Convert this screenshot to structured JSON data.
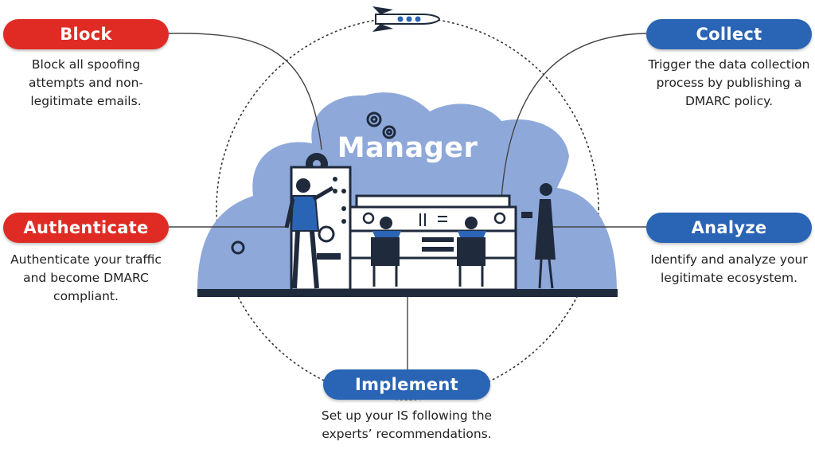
{
  "center": {
    "title": "Manager"
  },
  "steps": {
    "block": {
      "label": "Block",
      "description": "Block all spoofing attempts and non-legitimate emails.",
      "color": "#e02b24"
    },
    "collect": {
      "label": "Collect",
      "description": "Trigger the data collection process by publishing a DMARC policy.",
      "color": "#2a64b4"
    },
    "authenticate": {
      "label": "Authenticate",
      "description": "Authenticate your traffic and become DMARC compliant.",
      "color": "#e02b24"
    },
    "analyze": {
      "label": "Analyze",
      "description": "Identify and analyze your legitimate ecosystem.",
      "color": "#2a64b4"
    },
    "implement": {
      "label": "Implement",
      "description": "Set up your IS following the experts’ recommendations.",
      "color": "#2a64b4"
    }
  },
  "colors": {
    "cloud": "#8ea8da",
    "navy": "#1f2a3c",
    "accent_blue": "#2a64b4",
    "accent_red": "#e02b24"
  },
  "icons": [
    "rocket-icon",
    "gear-icon",
    "person-icon",
    "control-panel-icon",
    "monitor-icon"
  ]
}
